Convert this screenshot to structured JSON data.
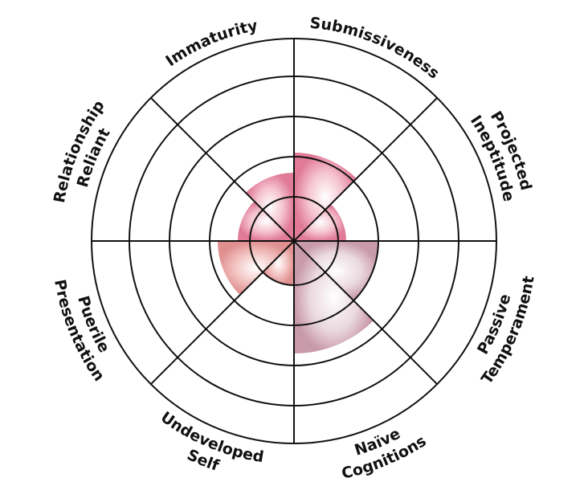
{
  "chart_data": {
    "type": "polar-area",
    "title": "",
    "rings": 5,
    "max_value": 5,
    "categories": [
      "Submissiveness",
      "Projected Ineptitude",
      "Passive Temperament",
      "Naïve Cognitions",
      "Undeveloped Self",
      "Puerile Presentation",
      "Relationship Reliant",
      "Immaturity"
    ],
    "values": [
      2.1,
      1.2,
      2.0,
      2.7,
      1.0,
      1.8,
      1.3,
      1.6
    ],
    "colors": {
      "line": "#111111",
      "slice_light": "#fce8ee",
      "slice_dark": "#e07a97",
      "slice_grey": "#d9b8c4",
      "slice_salmon": "#e89a9a"
    }
  }
}
